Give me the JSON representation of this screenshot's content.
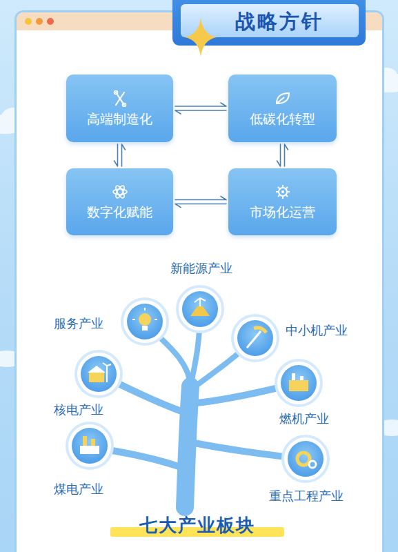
{
  "diagram": {
    "title": "战略方针",
    "caption": "七大产业板块",
    "nodes": [
      {
        "text": [
          "高端制造化"
        ]
      },
      {
        "text": [
          "低碳化转型"
        ]
      },
      {
        "text": [
          "数字化赋能"
        ]
      },
      {
        "text": [
          "市场化运营"
        ]
      }
    ],
    "edges": [
      {
        "from": 0,
        "to": 1,
        "arrow": "both"
      },
      {
        "from": 0,
        "to": 2,
        "arrow": "both"
      },
      {
        "from": 1,
        "to": 3,
        "arrow": "both"
      },
      {
        "from": 2,
        "to": 3,
        "arrow": "both"
      }
    ],
    "labels": [
      "新能源产业",
      "服务产业",
      "中小机产业",
      "核电产业",
      "燃机产业",
      "煤电产业",
      "重点工程产业"
    ]
  }
}
